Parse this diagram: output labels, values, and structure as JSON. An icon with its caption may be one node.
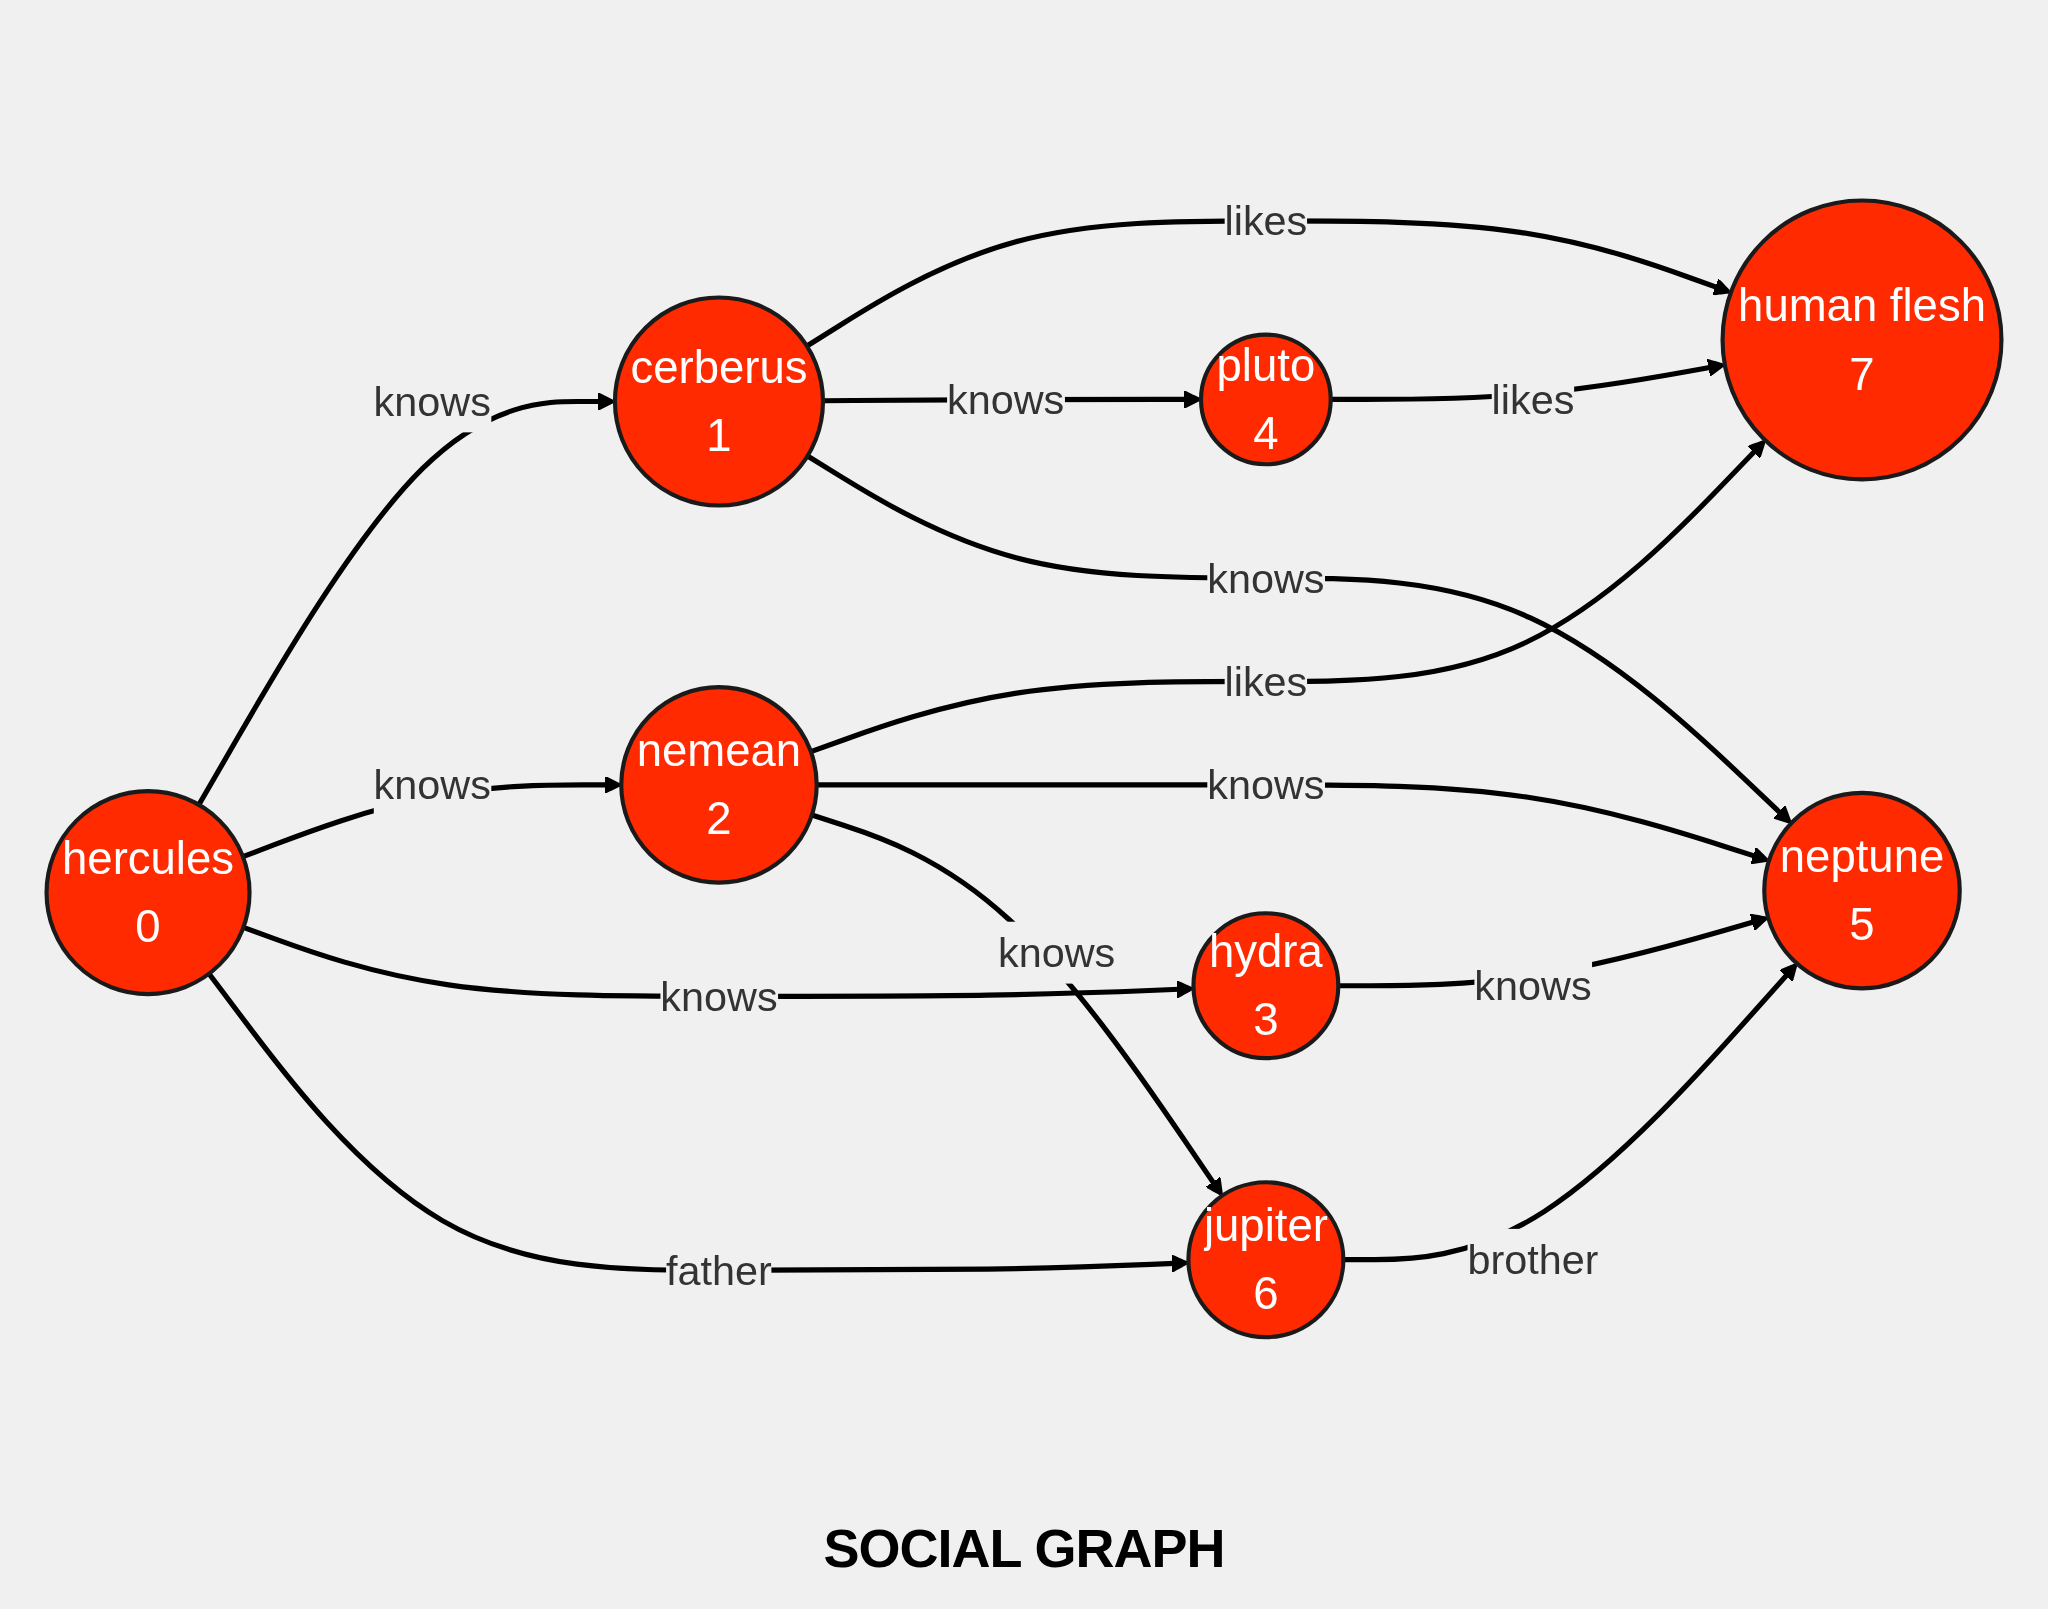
{
  "diagram": {
    "title": "SOCIAL GRAPH",
    "nodes": [
      {
        "text": [
          "hercules",
          "0"
        ]
      },
      {
        "text": [
          "cerberus",
          "1"
        ]
      },
      {
        "text": [
          "nemean",
          "2"
        ]
      },
      {
        "text": [
          "hydra",
          "3"
        ]
      },
      {
        "text": [
          "pluto",
          "4"
        ]
      },
      {
        "text": [
          "neptune",
          "5"
        ]
      },
      {
        "text": [
          "jupiter",
          "6"
        ]
      },
      {
        "text": [
          "human flesh",
          "7"
        ]
      }
    ],
    "edges": [
      {
        "from": 0,
        "to": 1,
        "arrow": "to",
        "label": "knows"
      },
      {
        "from": 0,
        "to": 2,
        "arrow": "to",
        "label": "knows"
      },
      {
        "from": 0,
        "to": 3,
        "arrow": "to",
        "label": "knows"
      },
      {
        "from": 0,
        "to": 6,
        "arrow": "to",
        "label": "father"
      },
      {
        "from": 1,
        "to": 7,
        "arrow": "to",
        "label": "likes"
      },
      {
        "from": 1,
        "to": 4,
        "arrow": "to",
        "label": "knows"
      },
      {
        "from": 1,
        "to": 5,
        "arrow": "to",
        "label": "knows"
      },
      {
        "from": 2,
        "to": 7,
        "arrow": "to",
        "label": "likes"
      },
      {
        "from": 2,
        "to": 5,
        "arrow": "to",
        "label": "knows"
      },
      {
        "from": 2,
        "to": 6,
        "arrow": "to",
        "label": "knows"
      },
      {
        "from": 3,
        "to": 5,
        "arrow": "to",
        "label": "knows"
      },
      {
        "from": 4,
        "to": 7,
        "arrow": "to",
        "label": "likes"
      },
      {
        "from": 6,
        "to": 5,
        "arrow": "to",
        "label": "brother"
      }
    ]
  }
}
